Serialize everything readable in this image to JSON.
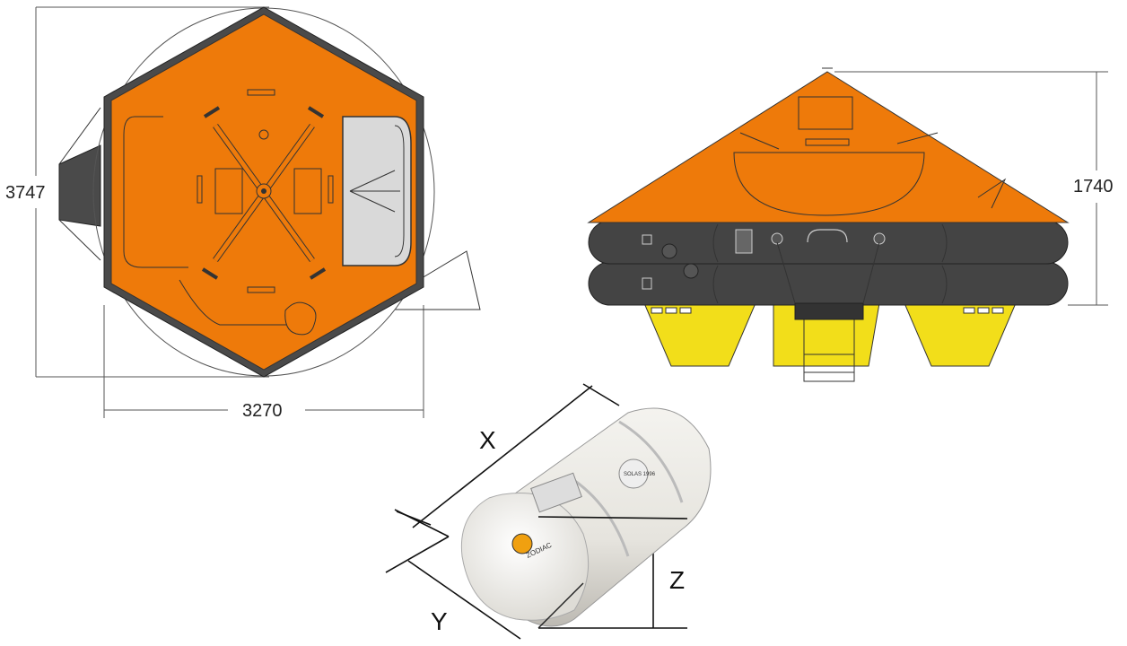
{
  "dimensions": {
    "top_view_height": "3747",
    "top_view_width": "3270",
    "side_view_height": "1740"
  },
  "container_axes": {
    "x": "X",
    "y": "Y",
    "z": "Z"
  },
  "container_markings": {
    "logo_text": "ZODIAC",
    "badge_text": "SOLAS 1996"
  },
  "colors": {
    "canopy_orange": "#ee7a0a",
    "tube_dark": "#444444",
    "ballast_yellow": "#f2de1a",
    "container_white": "#ecebe6",
    "window_grey": "#d9d9d9"
  },
  "icons": [
    "liferaft-top-view",
    "liferaft-side-view",
    "liferaft-container"
  ]
}
